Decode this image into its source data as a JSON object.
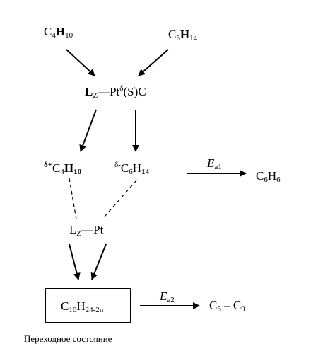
{
  "diagram": {
    "reactant_1": {
      "main": "C",
      "sub1": "4",
      "bold": "H",
      "sub2": "10"
    },
    "reactant_2": {
      "main": "C",
      "sub1": "6",
      "bold": "H",
      "sub2": "14"
    },
    "catalyst": {
      "l": "L",
      "z": "Z",
      "bond": "—",
      "pt": "Pt",
      "delta": "δ",
      "rest": "(S)C"
    },
    "ion_pos": {
      "charge": "δ+",
      "main": "C",
      "sub1": "4",
      "bold": "H",
      "sub2": "10"
    },
    "ion_neg": {
      "charge": "δ-",
      "main": "C",
      "sub1": "6",
      "h": "H",
      "sub2": "14"
    },
    "ea1": {
      "e": "E",
      "sub": "a1"
    },
    "product_1": {
      "main": "C",
      "sub1": "6",
      "h": "H",
      "sub2": "6"
    },
    "complex": {
      "l": "L",
      "z": "Z",
      "bond": "—",
      "pt": "Pt"
    },
    "transition": {
      "main": "C",
      "sub1": "10",
      "h": "H",
      "sub2": "24-2n"
    },
    "ea2": {
      "e": "E",
      "sub": "a2"
    },
    "product_2": {
      "text": "C",
      "sub1": "6",
      "dash": " – C",
      "sub2": "9"
    },
    "caption": "Переходное состояние"
  }
}
